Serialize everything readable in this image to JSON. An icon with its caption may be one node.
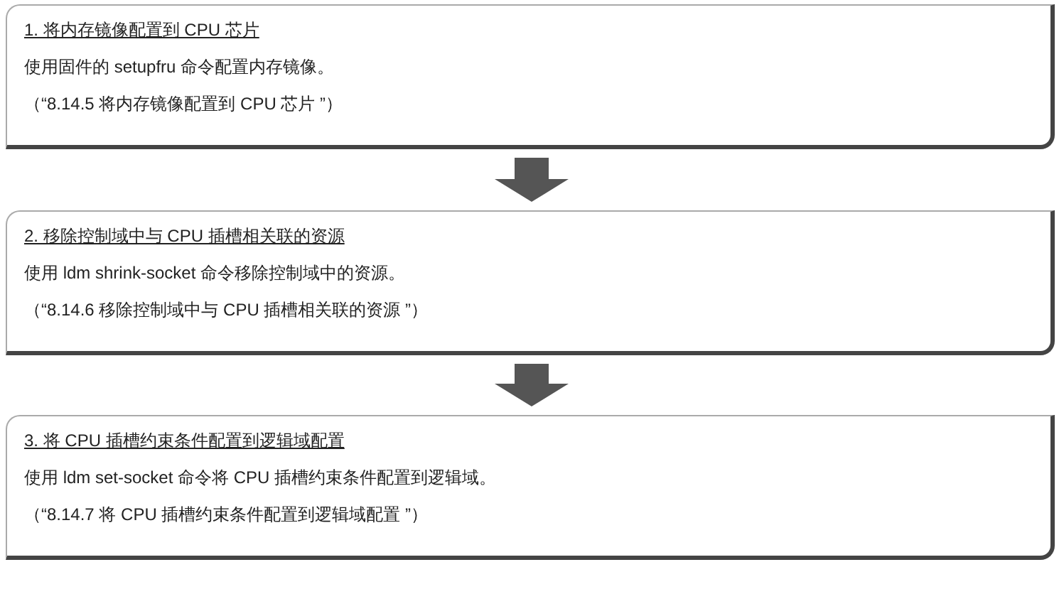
{
  "diagram": {
    "nodes": [
      {
        "text": [
          "1. 将内存镜像配置到 CPU 芯片",
          "使用固件的 setupfru 命令配置内存镜像。",
          "（“8.14.5 将内存镜像配置到 CPU 芯片 ”）"
        ]
      },
      {
        "text": [
          "2. 移除控制域中与 CPU 插槽相关联的资源",
          "使用 ldm shrink-socket 命令移除控制域中的资源。",
          "（“8.14.6 移除控制域中与 CPU 插槽相关联的资源 ”）"
        ]
      },
      {
        "text": [
          "3. 将 CPU 插槽约束条件配置到逻辑域配置",
          "使用 ldm set-socket 命令将 CPU 插槽约束条件配置到逻辑域。",
          "（“8.14.7 将 CPU 插槽约束条件配置到逻辑域配置 ”）"
        ]
      }
    ],
    "edges": [
      {
        "from": 0,
        "to": 1,
        "arrow": "to"
      },
      {
        "from": 1,
        "to": 2,
        "arrow": "to"
      }
    ]
  }
}
